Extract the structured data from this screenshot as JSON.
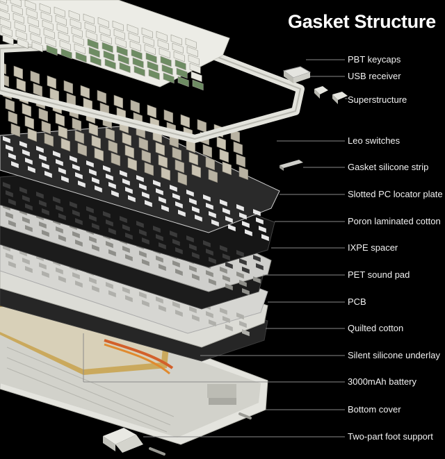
{
  "title": "Gasket Structure",
  "labels": [
    "PBT keycaps",
    "USB receiver",
    "Superstructure",
    "Leo switches",
    "Gasket silicone strip",
    "Slotted PC locator plate",
    "Poron laminated cotton",
    "IXPE spacer",
    "PET sound pad",
    "PCB",
    "Quilted cotton",
    "Silent silicone underlay",
    "3000mAh battery",
    "Bottom cover",
    "Two-part foot support"
  ],
  "colors": {
    "background": "#000000",
    "keycap_white": "#e9e9e2",
    "keycap_green": "#6e8c63",
    "frame": "#dcdcd4",
    "plate": "#cfcfcf",
    "foam_dark": "#1a1a1a",
    "pcb": "#d8d8d4",
    "battery": "#c9a24a",
    "leader_line": "#8a8a8a"
  }
}
